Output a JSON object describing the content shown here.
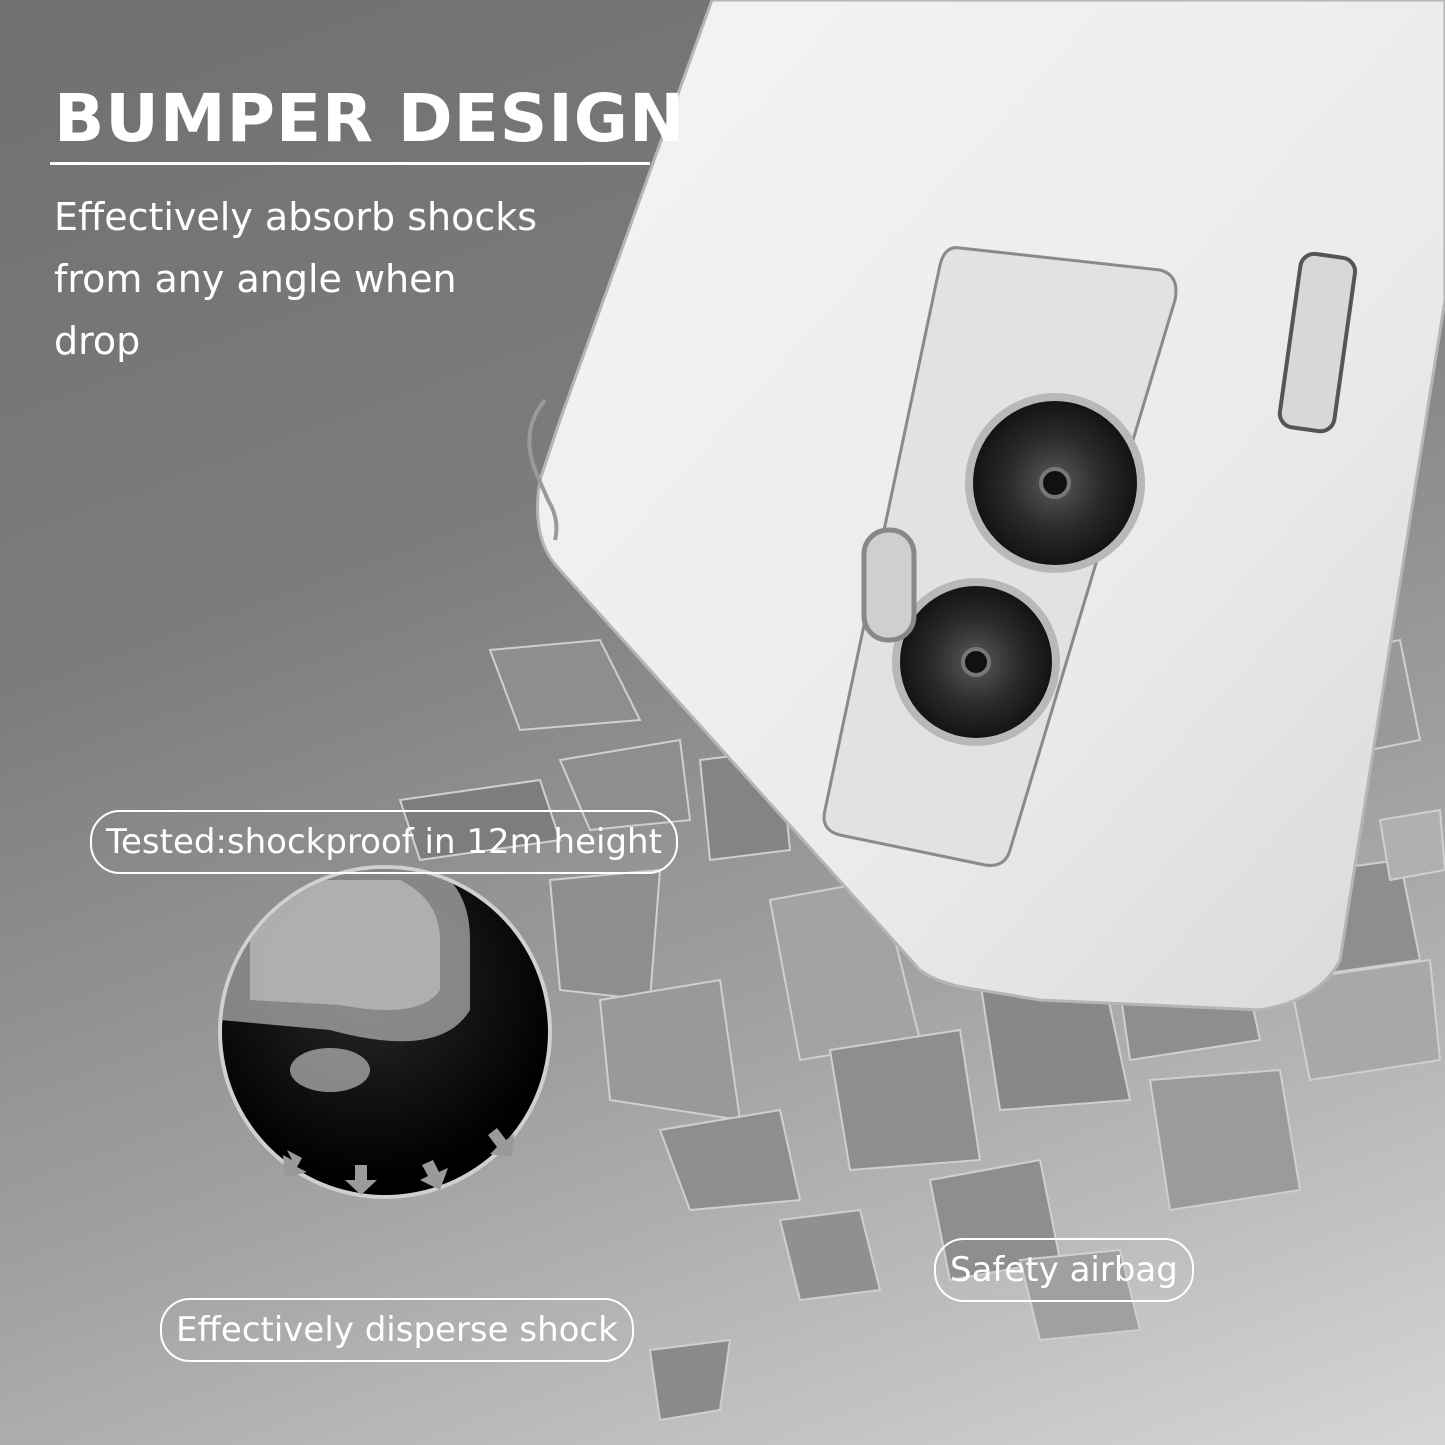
{
  "headline": "BUMPER DESIGN",
  "subtitle_lines": [
    "Effectively absorb shocks",
    "from any angle when",
    "drop"
  ],
  "callouts": {
    "tested": "Tested:shockproof in 12m height",
    "airbag": "Safety airbag",
    "disperse": "Effectively disperse shock"
  },
  "icons": {
    "arrows": "down-arrow-icon",
    "camera": "camera-lens-icon",
    "flash": "flash-icon"
  },
  "colors": {
    "text": "#ffffff",
    "background": "#7a7a7a",
    "inset_circle": "#000000"
  }
}
